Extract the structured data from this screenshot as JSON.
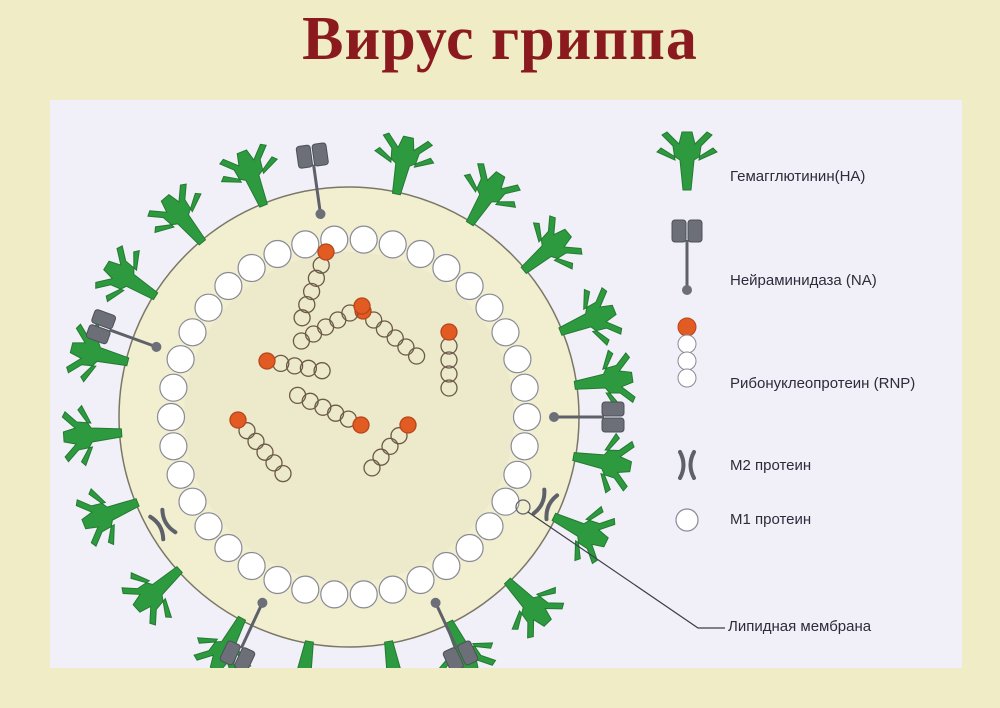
{
  "title": "Вирус гриппа",
  "legend": {
    "ha": "Гемагглютинин(HA)",
    "na": "Нейраминидаза (NA)",
    "rnp": "Рибонуклеопротеин (RNP)",
    "m2": "М2 протеин",
    "m1": "М1 протеин",
    "membrane": "Липидная мембрана"
  },
  "colors": {
    "hemagglutinin": "#2e9a3f",
    "neuraminidase": "#6c6e78",
    "rnp_head": "#e25b22",
    "lipid_fill": "#f1efd0",
    "m1_ring": "#8a8a96"
  }
}
